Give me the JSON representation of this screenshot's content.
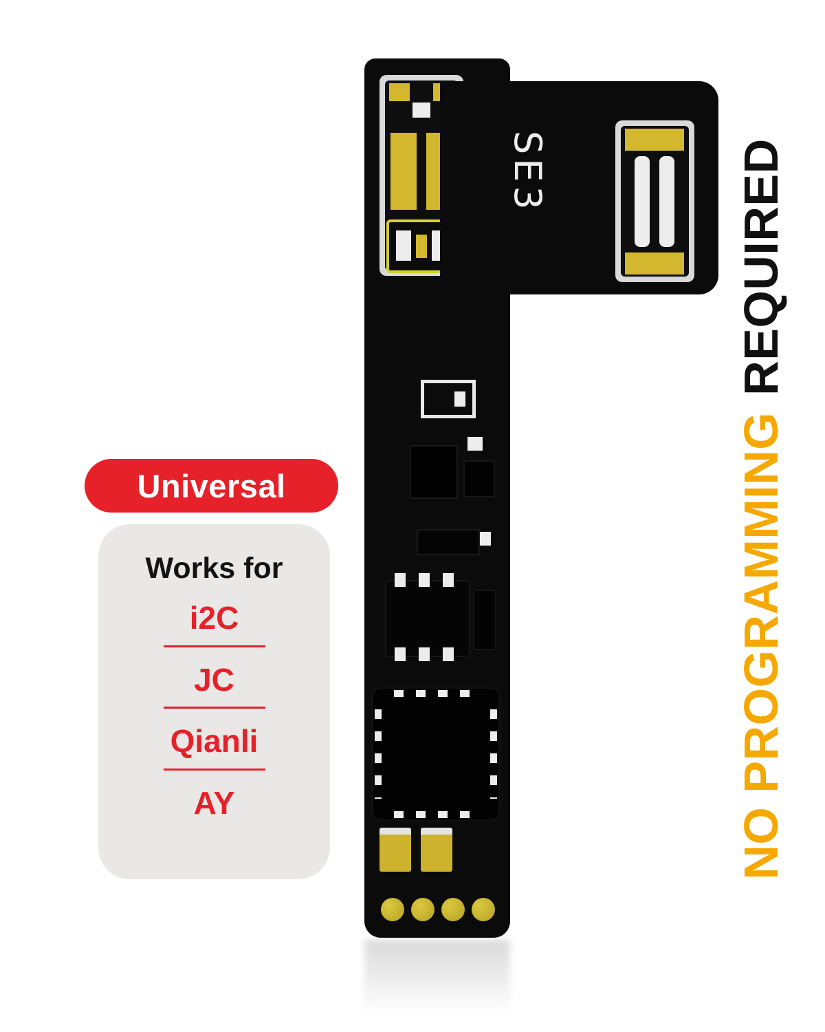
{
  "product": {
    "model_label": "SE3"
  },
  "badges": {
    "universal": "Universal",
    "works_for_title": "Works for",
    "compatible_with": [
      "i2C",
      "JC",
      "Qianli",
      "AY"
    ]
  },
  "side_note": {
    "highlight": "NO PROGRAMMING",
    "rest": "REQUIRED"
  },
  "colors": {
    "accent_red": "#e62129",
    "accent_yellow": "#f4a800",
    "pad_gold": "#d3b72e",
    "panel_gray": "#eae7e7",
    "cable_black": "#0b0b0c"
  }
}
